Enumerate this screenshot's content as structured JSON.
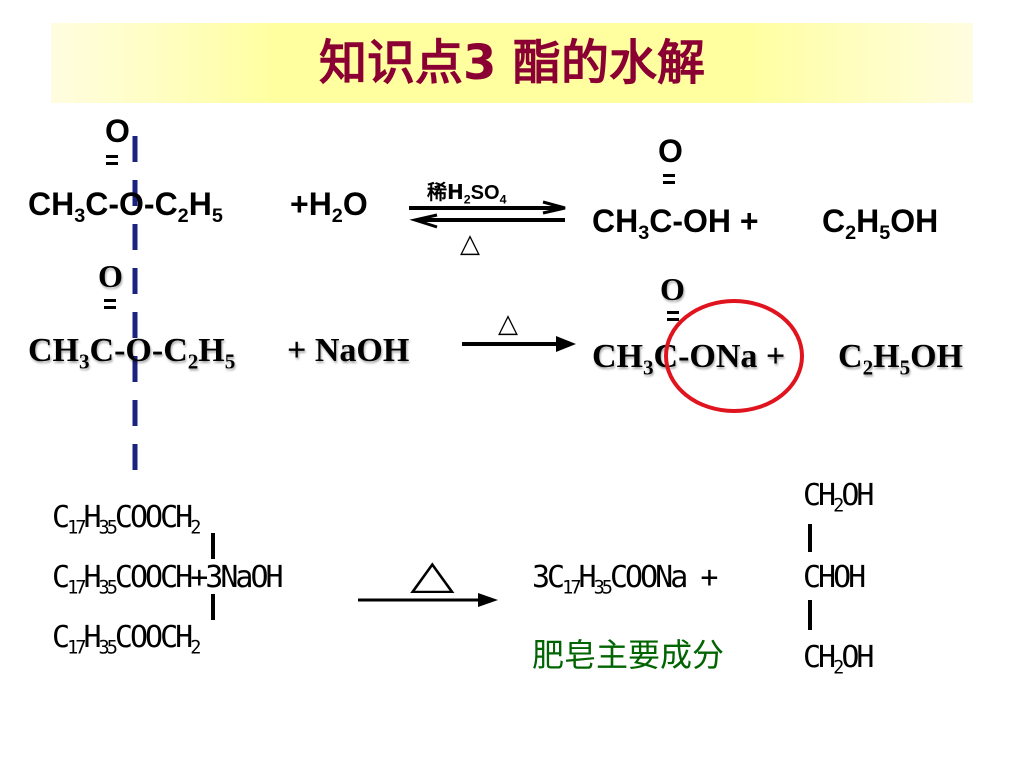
{
  "title": "知识点3 酯的水解",
  "reaction1": {
    "carbonyl_o": "O",
    "ester": [
      "CH",
      "3",
      "C-O-C",
      "2",
      "H",
      "5"
    ],
    "plus_water": [
      "+H",
      "2",
      "O"
    ],
    "catalyst": [
      "稀H",
      "2",
      "SO",
      "4"
    ],
    "heat": "△",
    "product_o": "O",
    "acid": [
      "CH",
      "3",
      "C-OH +"
    ],
    "alcohol": [
      "C",
      "2",
      "H",
      "5",
      "OH"
    ]
  },
  "reaction2": {
    "carbonyl_o": "O",
    "ester": [
      "CH",
      "3",
      "C-O-C",
      "2",
      "H",
      "5"
    ],
    "plus_base": "+ NaOH",
    "heat": "△",
    "product_o": "O",
    "salt": [
      "CH",
      "3",
      "C-ONa +"
    ],
    "alcohol": [
      "C",
      "2",
      "H",
      "5",
      "OH"
    ]
  },
  "reaction3": {
    "fat_top": [
      "C",
      "17",
      "H",
      "35",
      "COOCH",
      "2"
    ],
    "fat_middle": [
      "C",
      "17",
      "H",
      "35",
      "COOCH+3NaOH"
    ],
    "fat_bottom": [
      "C",
      "17",
      "H",
      "35",
      "COOCH",
      "2"
    ],
    "heat": "△",
    "soap": [
      "3C",
      "17",
      "H",
      "35",
      "COONa +"
    ],
    "glycerol_top": [
      "CH",
      "2",
      "OH"
    ],
    "glycerol_middle": "CHOH",
    "glycerol_bottom": [
      "CH",
      "2",
      "OH"
    ],
    "soap_label": "肥皂主要成分"
  },
  "colors": {
    "title_text": "#8b0033",
    "title_band": "#ffff9f",
    "cleavage_line": "#1a237e",
    "highlight_circle": "#e0141e",
    "label_green": "#006400"
  }
}
